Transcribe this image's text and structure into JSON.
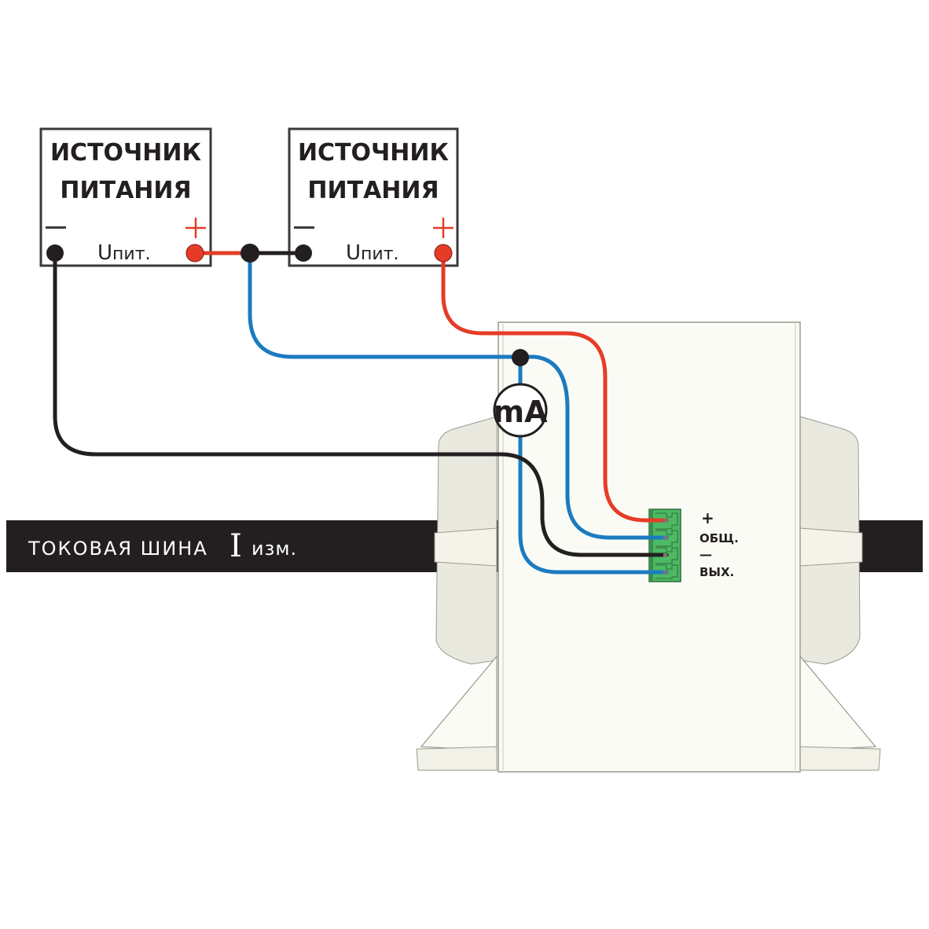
{
  "diagram": {
    "colors": {
      "wire_red": "#e63c27",
      "wire_blue": "#1b7bc0",
      "wire_black": "#231f20",
      "bus": "#231f20",
      "device_body": "#fbfbf5",
      "device_shade": "#d8d8cc",
      "terminal_green": "#4cb963"
    },
    "power_supplies": [
      {
        "id": "psu-1",
        "title_line1": "ИСТОЧНИК",
        "title_line2": "ПИТАНИЯ",
        "minus_label": "—",
        "plus_label": "+",
        "voltage_label_main": "U",
        "voltage_label_sub": "пит."
      },
      {
        "id": "psu-2",
        "title_line1": "ИСТОЧНИК",
        "title_line2": "ПИТАНИЯ",
        "minus_label": "—",
        "plus_label": "+",
        "voltage_label_main": "U",
        "voltage_label_sub": "пит."
      }
    ],
    "meter": {
      "label": "mA"
    },
    "bus": {
      "label": "ТОКОВАЯ ШИНА",
      "current_symbol": "I",
      "current_sub": "изм."
    },
    "terminal_block": {
      "labels": [
        "+",
        "ОБЩ.",
        "—",
        "ВЫХ."
      ]
    }
  }
}
